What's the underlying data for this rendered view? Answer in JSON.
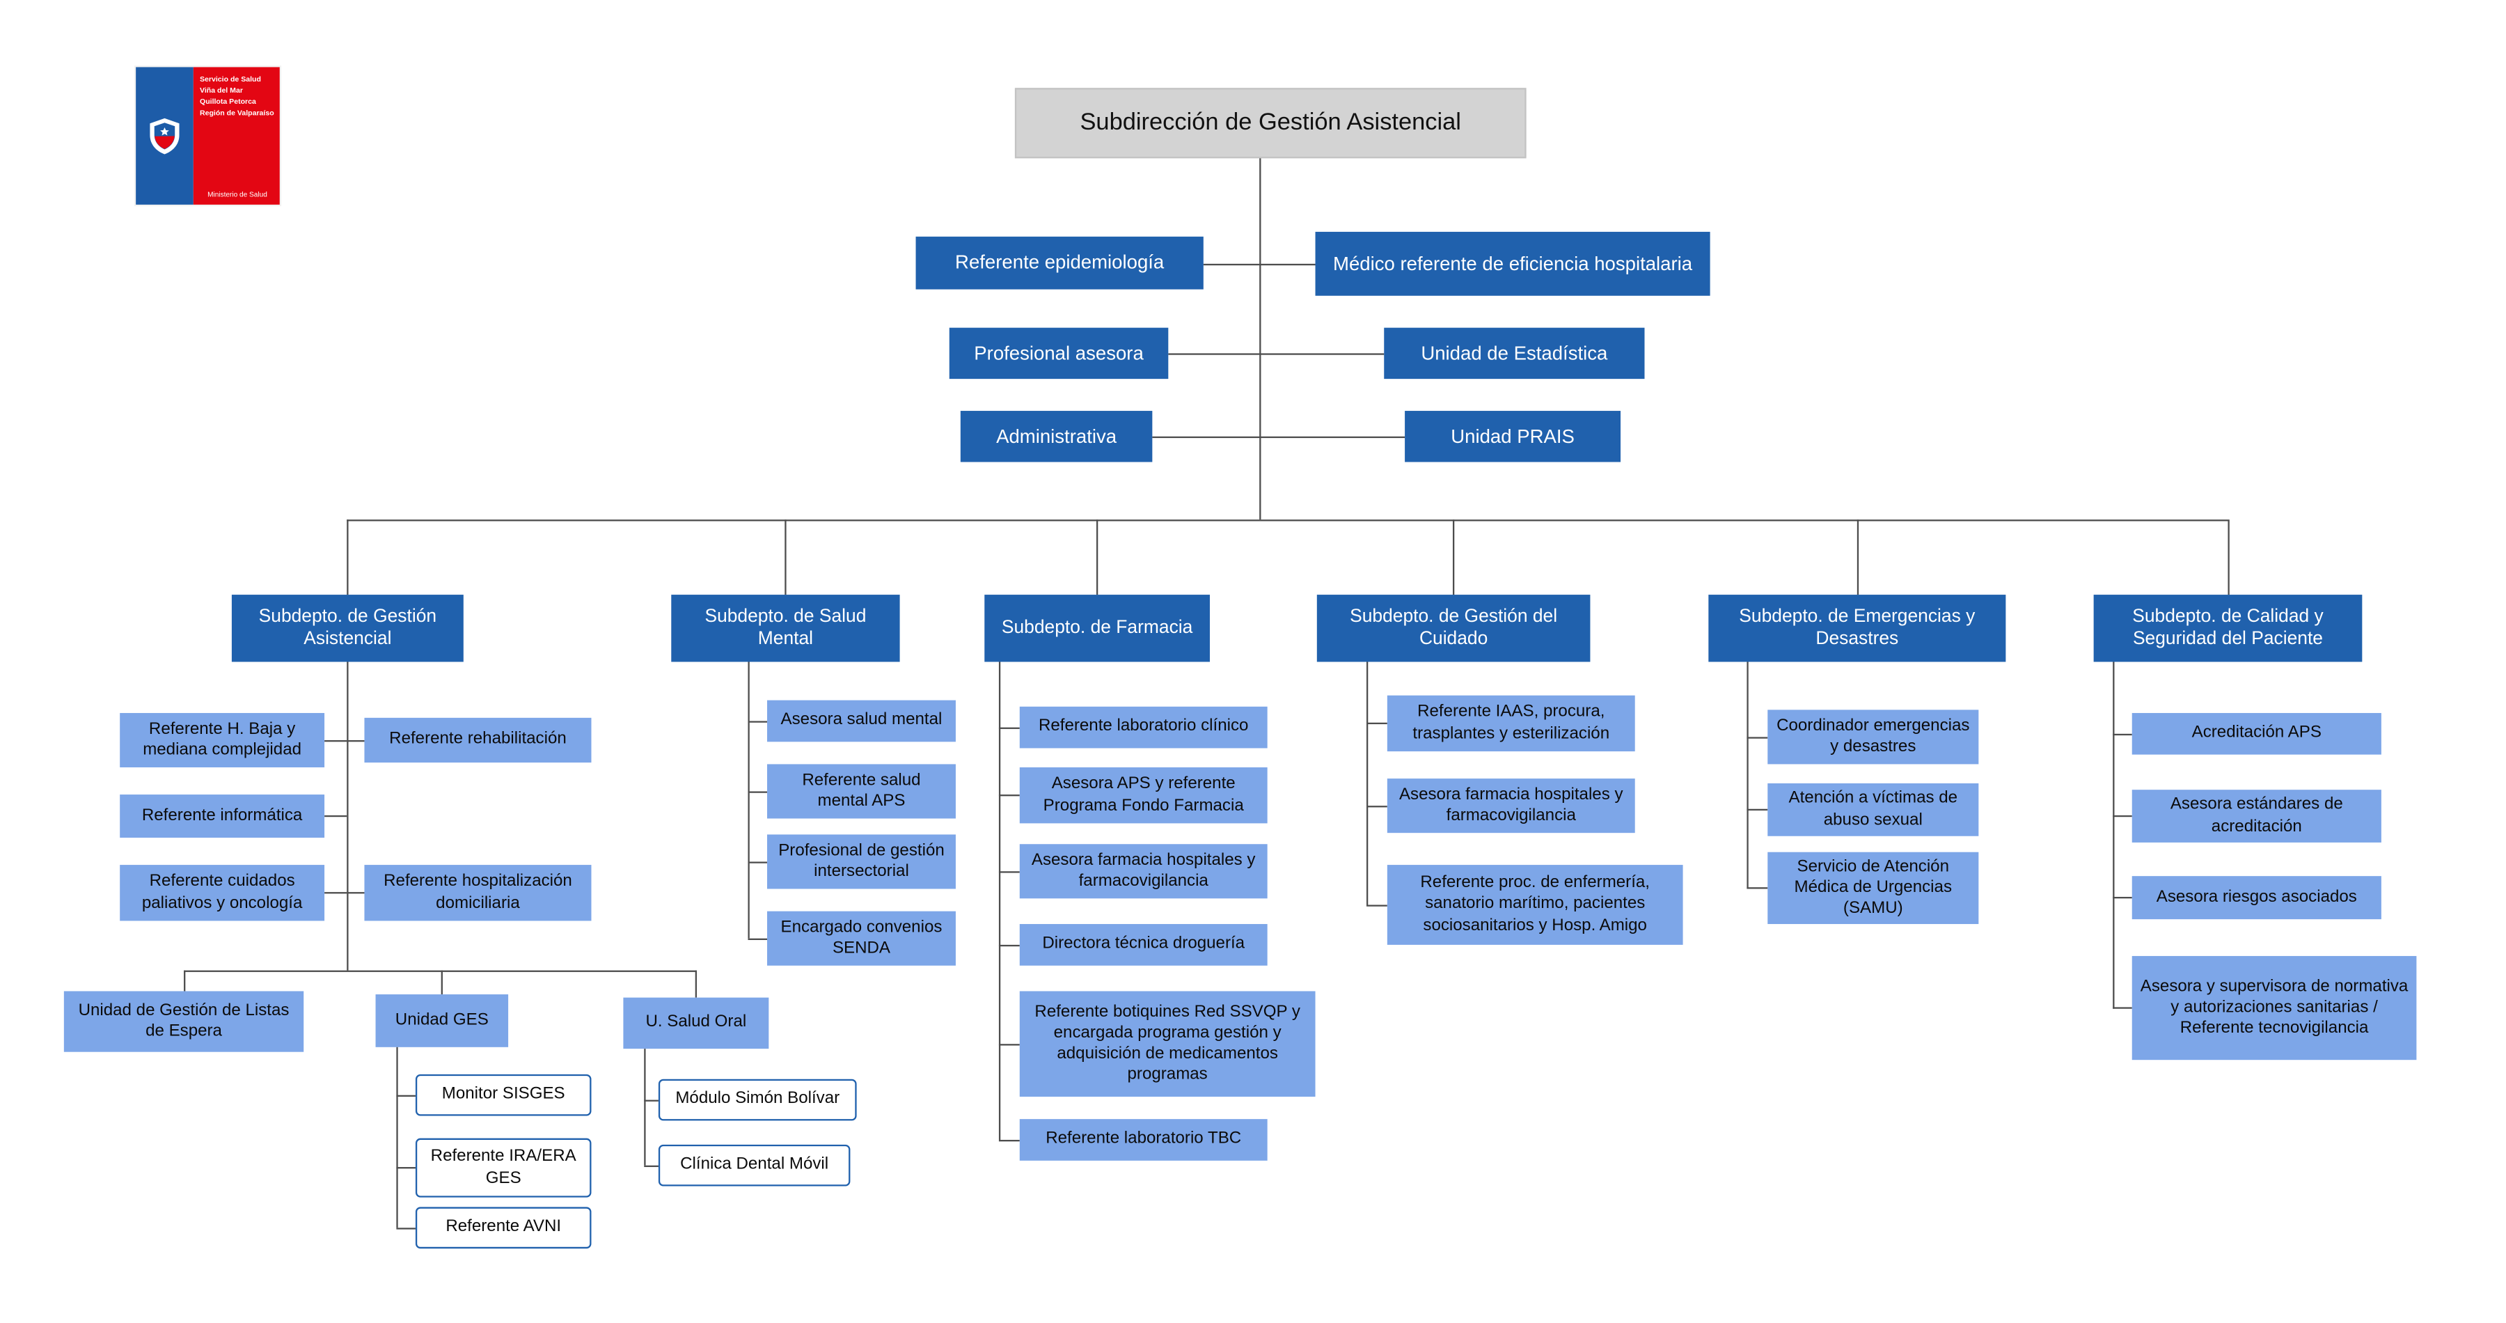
{
  "title": "Subdirección de Gestión Asistencial",
  "colors": {
    "dark_blue": "#2061AD",
    "light_blue": "#7DA6E8",
    "root_gray": "#D3D3D3",
    "logo_blue": "#1D5CA8",
    "logo_red": "#E30613"
  },
  "logo": {
    "line1": "Servicio de Salud",
    "line2": "Viña del Mar",
    "line3": "Quillota Petorca",
    "line4": "Región de Valparaíso",
    "footer": "Ministerio de Salud"
  },
  "root": {
    "label": "Subdirección de Gestión Asistencial"
  },
  "staff": {
    "left": [
      "Referente epidemiología",
      "Profesional asesora",
      "Administrativa"
    ],
    "right": [
      "Médico referente de eficiencia hospitalaria",
      "Unidad de Estadística",
      "Unidad PRAIS"
    ]
  },
  "departments": [
    {
      "label": "Subdepto. de Gestión Asistencial",
      "left_children": [
        "Referente H. Baja y mediana complejidad",
        "Referente informática",
        "Referente cuidados paliativos y oncología"
      ],
      "right_children": [
        "Referente rehabilitación",
        "Referente hospitalización domiciliaria"
      ],
      "units": [
        "Unidad de Gestión de Listas de Espera",
        "Unidad GES",
        "U. Salud Oral"
      ],
      "ges_children": [
        "Monitor SISGES",
        "Referente IRA/ERA GES",
        "Referente AVNI"
      ],
      "salud_oral_children": [
        "Módulo Simón Bolívar",
        "Clínica Dental Móvil"
      ]
    },
    {
      "label": "Subdepto. de Salud Mental",
      "children": [
        "Asesora salud mental",
        "Referente salud mental APS",
        "Profesional de gestión intersectorial",
        "Encargado convenios SENDA"
      ]
    },
    {
      "label": "Subdepto. de Farmacia",
      "children": [
        "Referente laboratorio clínico",
        "Asesora APS y referente Programa Fondo Farmacia",
        "Asesora farmacia hospitales y farmacovigilancia",
        "Directora técnica droguería",
        "Referente botiquines Red SSVQP y encargada programa gestión y adquisición de medicamentos programas",
        "Referente laboratorio TBC"
      ]
    },
    {
      "label": "Subdepto. de Gestión del Cuidado",
      "children": [
        "Referente IAAS, procura, trasplantes y esterilización",
        "Asesora farmacia hospitales y farmacovigilancia",
        "Referente proc. de enfermería, sanatorio marítimo, pacientes sociosanitarios y Hosp. Amigo"
      ]
    },
    {
      "label": "Subdepto. de Emergencias y Desastres",
      "children": [
        "Coordinador emergencias y desastres",
        "Atención a víctimas de abuso sexual",
        "Servicio de Atención Médica de Urgencias (SAMU)"
      ]
    },
    {
      "label": "Subdepto. de Calidad y Seguridad del Paciente",
      "children": [
        "Acreditación APS",
        "Asesora estándares de acreditación",
        "Asesora riesgos asociados",
        "Asesora y supervisora de normativa y autorizaciones sanitarias / Referente tecnovigilancia"
      ]
    }
  ]
}
